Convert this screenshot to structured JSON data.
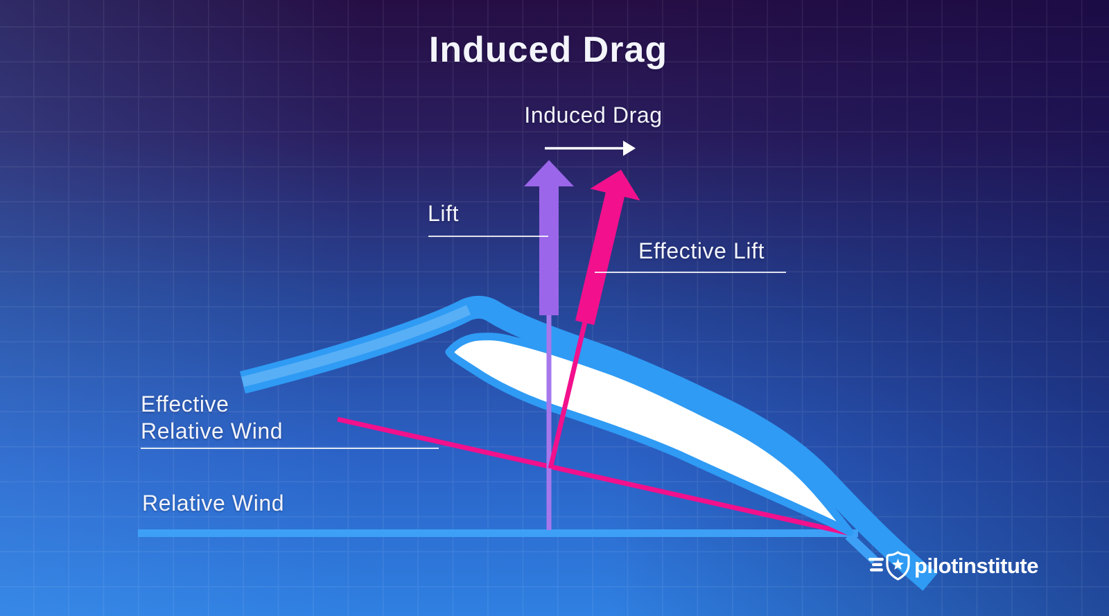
{
  "title": "Induced Drag",
  "diagram": {
    "arrows": [
      {
        "id": "lift",
        "label": "Lift",
        "color": "#9B66E9",
        "direction": "up"
      },
      {
        "id": "effective-lift",
        "label": "Effective Lift",
        "color": "#F2108C",
        "direction": "up-tilted-aft"
      },
      {
        "id": "induced-drag",
        "label": "Induced Drag",
        "color": "#FFFFFF",
        "direction": "right"
      }
    ],
    "lines": [
      {
        "id": "relative-wind",
        "label": "Relative Wind",
        "color": "#3DA0F6"
      },
      {
        "id": "effective-relative-wind",
        "label": "Effective Relative Wind",
        "label_lines": [
          "Effective",
          "Relative Wind"
        ],
        "color": "#F2108C"
      }
    ],
    "airfoil": {
      "body": "#FFFFFF",
      "outline": "#2F9BF4",
      "streamline": "#2F9BF4"
    }
  },
  "logo": {
    "text": "pilotinstitute",
    "icon": "shield-star-wings"
  },
  "colors": {
    "lift_arrow": "#9B66E9",
    "lift_arrow_line": "#A678EC",
    "effective_lift_arrow": "#F2108C",
    "induced_drag_arrow": "#FFFFFF",
    "relative_wind_line": "#3DA0F6",
    "effective_relative_wind_line": "#F2108C",
    "streamline": "#2F9BF4",
    "streamline_stripe": "rgba(255,255,255,0.20)",
    "airfoil_outline": "#2F9BF4",
    "airfoil_body": "#FFFFFF",
    "text": "#F3F5FB",
    "underline": "rgba(255,255,255,0.85)",
    "grid_line": "rgba(255,255,255,0.075)",
    "bg_top": "#260E44",
    "bg_mid": "#264699",
    "bg_bottom": "#2F80E2"
  }
}
